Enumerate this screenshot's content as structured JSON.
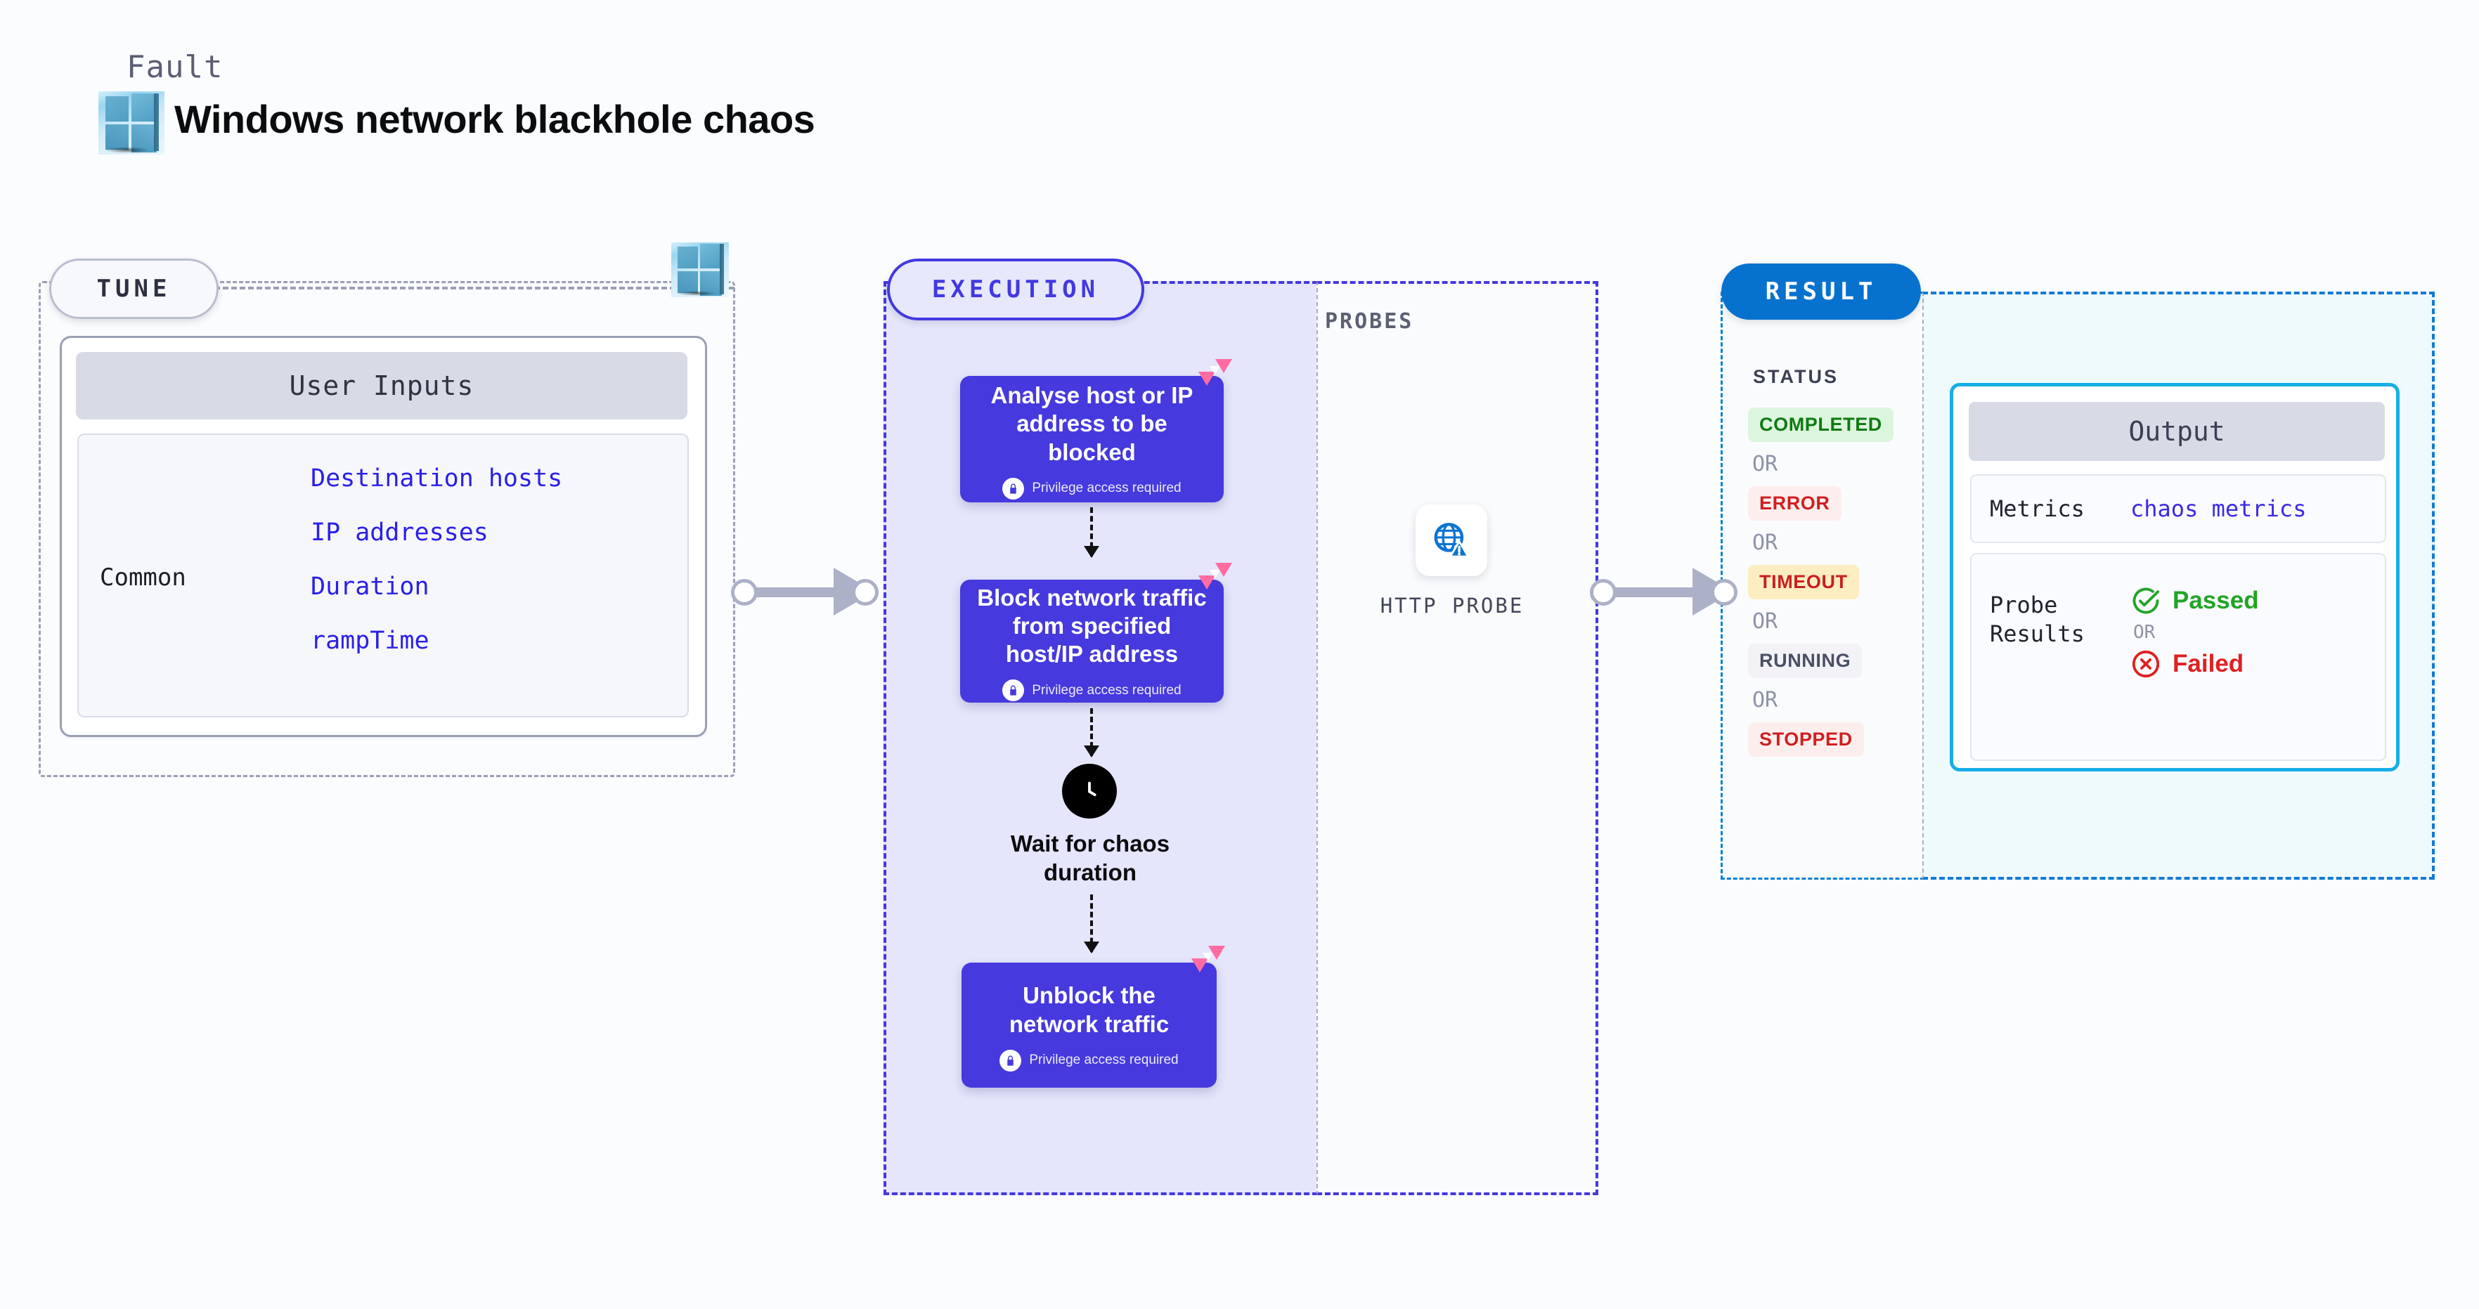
{
  "header": {
    "kicker": "Fault",
    "title": "Windows network blackhole chaos",
    "logo_icon": "windows-logo-icon"
  },
  "tune": {
    "pill_label": "TUNE",
    "platform_icon": "windows-logo-icon",
    "card": {
      "heading": "User Inputs",
      "group_label": "Common",
      "values": [
        "Destination hosts",
        "IP addresses",
        "Duration",
        "rampTime"
      ]
    }
  },
  "execution": {
    "pill_label": "EXECUTION",
    "tasks": [
      {
        "title": "Analyse host or IP address to be blocked",
        "privilege": "Privilege access required",
        "badge_icon": "chaos-mark-icon",
        "lock_icon": "lock-icon"
      },
      {
        "title": "Block network traffic from specified host/IP address",
        "privilege": "Privilege access required",
        "badge_icon": "chaos-mark-icon",
        "lock_icon": "lock-icon"
      },
      {
        "title": "Unblock the network traffic",
        "privilege": "Privilege access required",
        "badge_icon": "chaos-mark-icon",
        "lock_icon": "lock-icon"
      }
    ],
    "wait_node": {
      "icon": "clock-icon",
      "label": "Wait for chaos duration"
    }
  },
  "probes": {
    "section_label": "PROBES",
    "items": [
      {
        "label": "HTTP PROBE",
        "icon": "globe-warning-icon"
      }
    ]
  },
  "result": {
    "pill_label": "RESULT",
    "status_title": "STATUS",
    "or_label": "OR",
    "statuses": [
      {
        "label": "COMPLETED",
        "bg": "#dcf5dd",
        "fg": "#107a13"
      },
      {
        "label": "ERROR",
        "bg": "#fdeeee",
        "fg": "#d01f1f"
      },
      {
        "label": "TIMEOUT",
        "bg": "#fdeec2",
        "fg": "#c81f1f"
      },
      {
        "label": "RUNNING",
        "bg": "#f2f2f7",
        "fg": "#4a5064"
      },
      {
        "label": "STOPPED",
        "bg": "#fdeeee",
        "fg": "#d01f1f"
      }
    ],
    "output": {
      "heading": "Output",
      "metrics_key": "Metrics",
      "metrics_value": "chaos metrics",
      "probe_key": "Probe Results",
      "passed_label": "Passed",
      "passed_icon": "check-circle-icon",
      "passed_color": "#22a426",
      "failed_label": "Failed",
      "failed_icon": "x-circle-icon",
      "failed_color": "#e02020",
      "or_label": "OR"
    }
  },
  "connectors": [
    {
      "name": "tune-to-execution"
    },
    {
      "name": "execution-to-result"
    }
  ]
}
